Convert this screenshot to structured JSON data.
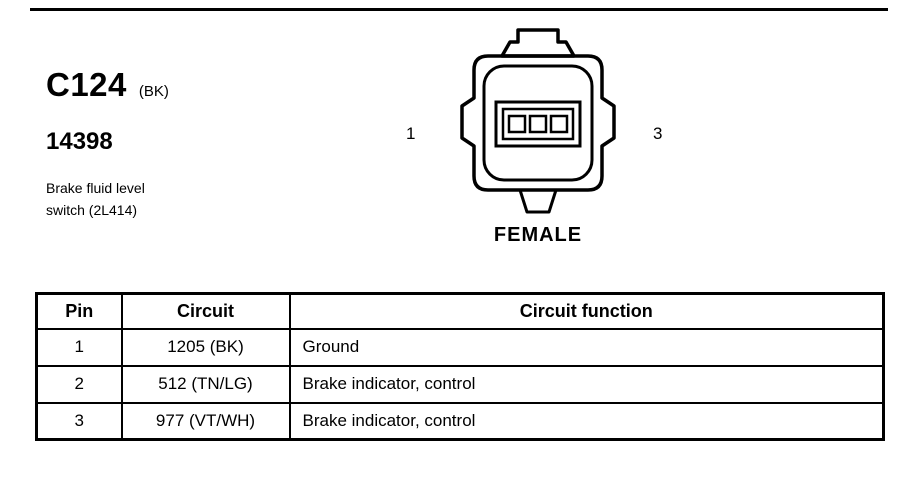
{
  "header": {
    "connector_id": "C124",
    "connector_color": "(BK)",
    "part_number": "14398",
    "description_line1": "Brake fluid level",
    "description_line2": "switch (2L414)"
  },
  "connector": {
    "left_pin_label": "1",
    "right_pin_label": "3",
    "gender_label": "FEMALE"
  },
  "table": {
    "headers": [
      "Pin",
      "Circuit",
      "Circuit function"
    ],
    "rows": [
      {
        "pin": "1",
        "circuit": "1205 (BK)",
        "function": "Ground"
      },
      {
        "pin": "2",
        "circuit": "512 (TN/LG)",
        "function": "Brake indicator, control"
      },
      {
        "pin": "3",
        "circuit": "977 (VT/WH)",
        "function": "Brake indicator, control"
      }
    ]
  }
}
